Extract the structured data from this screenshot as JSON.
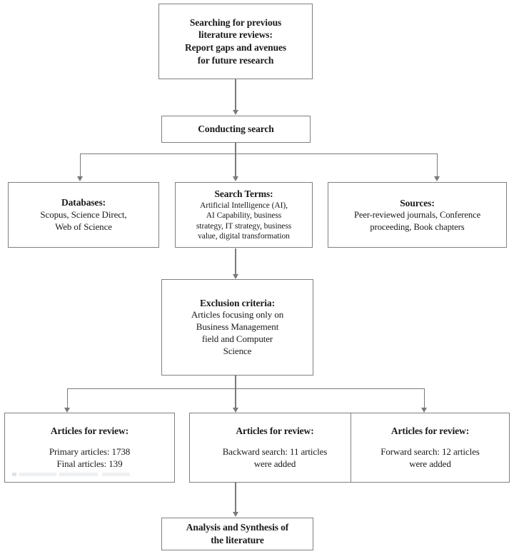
{
  "diagram": {
    "title": "Literature review search and selection flowchart",
    "line_color": "#7a7a7a",
    "border_color": "#808080",
    "background": "#ffffff"
  },
  "nodes": {
    "start": {
      "heading": "Searching for previous\nliterature reviews:\nReport gaps and avenues\nfor future research",
      "body": ""
    },
    "conducting_search": {
      "heading": "Conducting search",
      "body": ""
    },
    "databases": {
      "heading": "Databases:",
      "body": "Scopus, Science Direct,\nWeb of Science"
    },
    "search_terms": {
      "heading": "Search Terms:",
      "body": "Artificial Intelligence (AI),\nAI Capability, business\nstrategy, IT strategy, business\nvalue, digital transformation"
    },
    "sources": {
      "heading": "Sources:",
      "body": "Peer-reviewed journals, Conference\nproceeding, Book chapters"
    },
    "exclusion": {
      "heading": "Exclusion criteria:",
      "body": "Articles focusing only on\nBusiness Management\nfield and Computer\nScience"
    },
    "articles_primary": {
      "heading": "Articles for review:",
      "body": "Primary articles:  1738\nFinal articles: 139"
    },
    "articles_backward": {
      "heading": "Articles for review:",
      "body": "Backward search: 11 articles\nwere added"
    },
    "articles_forward": {
      "heading": "Articles for review:",
      "body": "Forward search: 12 articles\nwere added"
    },
    "analysis": {
      "heading": "Analysis and Synthesis of\nthe literature",
      "body": ""
    }
  }
}
